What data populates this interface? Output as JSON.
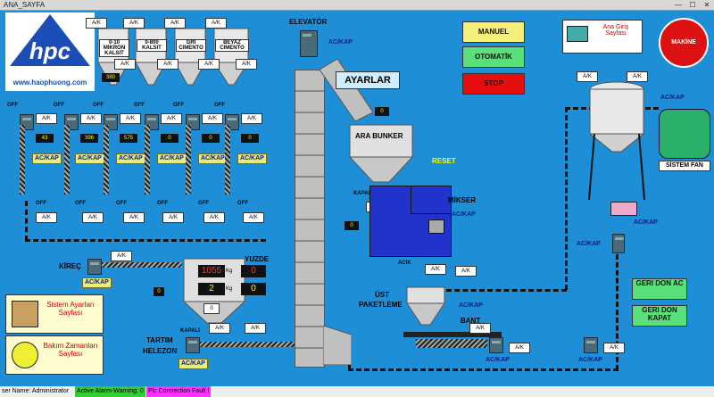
{
  "window": {
    "title": "ANA_SAYFA",
    "min": "—",
    "max": "☐",
    "close": "✕"
  },
  "logo": {
    "brand": "hpc",
    "url": "www.haophuong.com"
  },
  "silos": [
    {
      "name": "",
      "value": ""
    },
    {
      "name": "0-10 MIKRON KALSIT",
      "value": "380"
    },
    {
      "name": "0-800 KALSIT",
      "value": ""
    },
    {
      "name": "GRI CIMENTO",
      "value": ""
    },
    {
      "name": "BEYAZ CIMENTO",
      "value": ""
    }
  ],
  "ak": "A/K",
  "off": "OFF",
  "ackap": "AC/KAP",
  "feeders": [
    {
      "value": "43"
    },
    {
      "value": "396"
    },
    {
      "value": "575"
    },
    {
      "value": "0"
    },
    {
      "value": "0"
    },
    {
      "value": "0"
    }
  ],
  "elevator": {
    "label": "ELEVATÖR"
  },
  "ayarlar": {
    "label": "AYARLAR"
  },
  "ara_bunker": {
    "label": "ARA BUNKER",
    "value": "0"
  },
  "kapali": "KAPALI",
  "acik": "ACIK",
  "reset": {
    "label": "RESET"
  },
  "mikser": {
    "label": "MİKSER",
    "value": "0"
  },
  "modes": {
    "manuel": "MANUEL",
    "otomatik": "OTOMATİK",
    "stop": "STOP"
  },
  "ana_giris": {
    "label": "Ana Giriş Sayfası"
  },
  "makine": {
    "label": "MAKİNE"
  },
  "sistem_fan": {
    "label": "SİSTEM FAN"
  },
  "kirec": {
    "label": "KİREÇ"
  },
  "yuzde": {
    "label": "YUZDE"
  },
  "scale": {
    "kg1": "1055",
    "pct1": "0",
    "kg2": "2",
    "pct2": "0",
    "unit": "Kg",
    "tartim_unit": "0"
  },
  "tartim_helezon": {
    "label1": "TARTIM",
    "label2": "HELEZON"
  },
  "ust_paketleme": {
    "label1": "ÜST",
    "label2": "PAKETLEME"
  },
  "bant": {
    "label": "BANT"
  },
  "geri_don": {
    "ac": "GERI DON AC",
    "kapat": "GERI DON KAPAT"
  },
  "sistem_ayarlari": {
    "label": "Sistem Ayarları Sayfası"
  },
  "bakim": {
    "label": "Bakım Zamanları Sayfası"
  },
  "status": {
    "user": "ser Name: Administrator",
    "alarm": "Active Alarm-Warning: 0",
    "plc": "Plc Connection Fault !"
  }
}
